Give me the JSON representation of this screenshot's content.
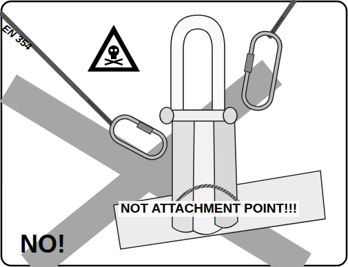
{
  "diagram": {
    "labels": [
      "EN 354",
      "NO!",
      "NOT ATTACHMENT POINT!!!"
    ]
  }
}
